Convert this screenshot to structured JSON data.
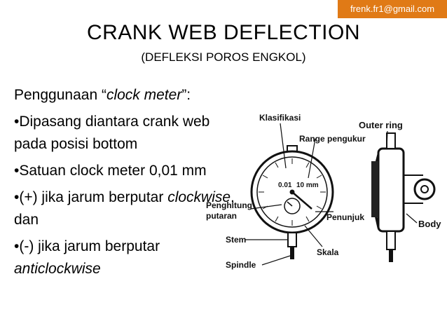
{
  "email": "frenk.fr1@gmail.com",
  "title": "CRANK WEB DEFLECTION",
  "subtitle": "(DEFLEKSI POROS ENGKOL)",
  "intro_plain": "Penggunaan “",
  "intro_italic": "clock meter",
  "intro_end": "”:",
  "bullets": {
    "b1": "•Dipasang diantara crank web pada posisi bottom",
    "b2": "•Satuan clock meter 0,01 mm",
    "b3_plain": "•(+) jika jarum berputar ",
    "b3_italic": "clockwise",
    "b3_end": ", dan",
    "b4_plain": "•(-) jika jarum berputar ",
    "b4_italic": "anticlockwise"
  },
  "figure": {
    "klasifikasi": "Klasifikasi",
    "outer_ring": "Outer ring",
    "range": "Range pengukur",
    "penghitung": "Penghitung",
    "putaran": "putaran",
    "penunjuk": "Penunjuk",
    "body": "Body",
    "stem": "Stem",
    "skala": "Skala",
    "spindle": "Spindle",
    "dial_left": "0.01",
    "dial_right": "10 mm"
  }
}
